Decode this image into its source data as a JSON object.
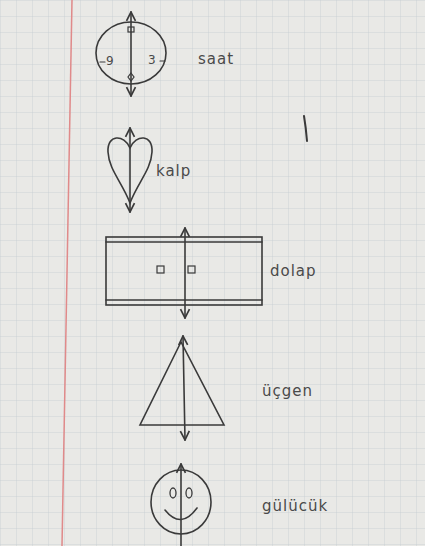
{
  "diagram": {
    "labels": [
      "9",
      "3",
      "saat",
      "kalp",
      "dolap",
      "üçgen",
      "gülücük"
    ]
  }
}
